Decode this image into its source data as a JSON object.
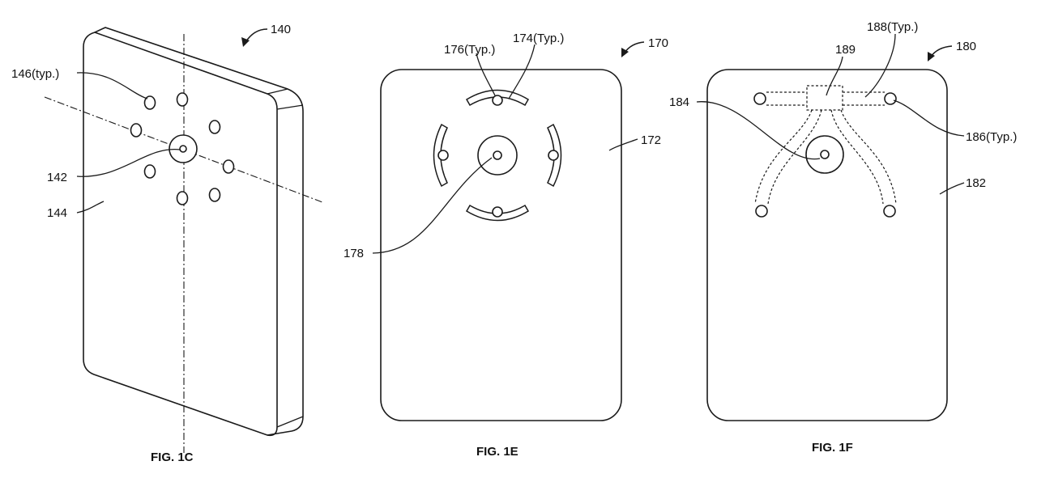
{
  "figures": {
    "fig1c": {
      "caption": "FIG. 1C",
      "ref_device": "140",
      "ref_holes": "146(typ.)",
      "ref_center": "142",
      "ref_surface": "144"
    },
    "fig1e": {
      "caption": "FIG. 1E",
      "ref_device": "170",
      "ref_slot_hole": "176(Typ.)",
      "ref_slot": "174(Typ.)",
      "ref_surface": "172",
      "ref_center": "178"
    },
    "fig1f": {
      "caption": "FIG. 1F",
      "ref_device": "180",
      "ref_channel": "188(Typ.)",
      "ref_hub": "189",
      "ref_center": "184",
      "ref_ports": "186(Typ.)",
      "ref_surface": "182"
    }
  },
  "colors": {
    "line": "#1a1a1a",
    "background": "#ffffff"
  }
}
